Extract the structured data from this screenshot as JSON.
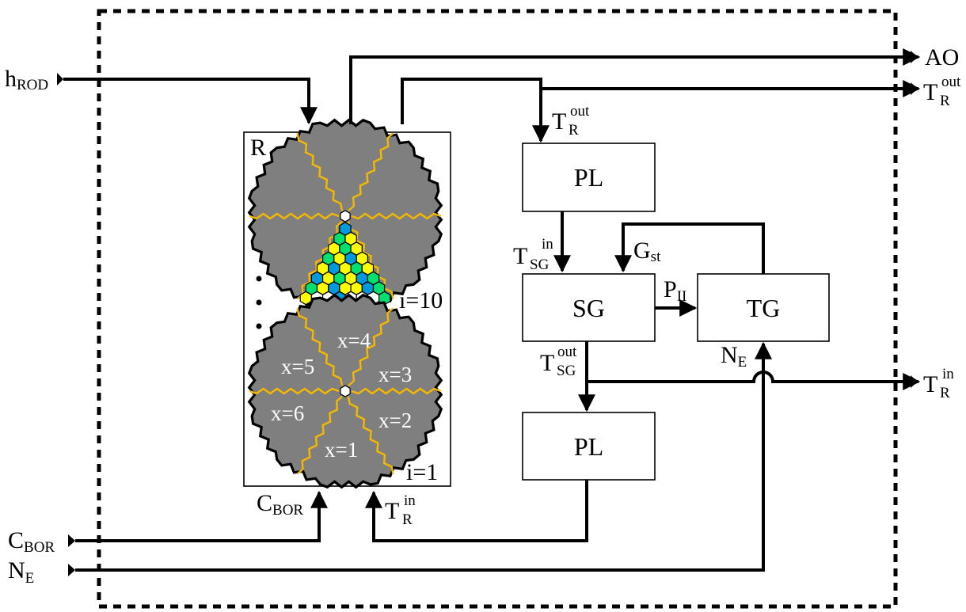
{
  "inputs": {
    "rod": {
      "main": "h",
      "sub": "ROD"
    },
    "boron": {
      "main": "C",
      "sub": "BOR"
    },
    "power": {
      "main": "N",
      "sub": "E"
    }
  },
  "outputs": {
    "ao": "AO",
    "t_r_out": {
      "main": "T",
      "sub": "R",
      "sup": "out"
    },
    "t_r_in": {
      "main": "T",
      "sub": "R",
      "sup": "in"
    }
  },
  "reactor": {
    "label": "R",
    "layer_top": "i=10",
    "layer_bottom": "i=1",
    "dots": "•",
    "sectors": [
      "x=1",
      "x=2",
      "x=3",
      "x=4",
      "x=5",
      "x=6"
    ],
    "c_bor": {
      "main": "C",
      "sub": "BOR"
    },
    "t_r_in": {
      "main": "T",
      "sub": "R",
      "sup": "in"
    }
  },
  "blocks": {
    "pl_hot": "PL",
    "sg": "SG",
    "tg": "TG",
    "pl_cold": "PL"
  },
  "signals": {
    "t_r_out": {
      "main": "T",
      "sub": "R",
      "sup": "out"
    },
    "t_sg_in": {
      "main": "T",
      "sub": "SG",
      "sup": "in"
    },
    "t_sg_out": {
      "main": "T",
      "sub": "SG",
      "sup": "out"
    },
    "g_st": {
      "main": "G",
      "sub": "st"
    },
    "p_ii": {
      "main": "P",
      "sub": "II"
    },
    "n_e": {
      "main": "N",
      "sub": "E"
    }
  },
  "colors": {
    "core_fill": "#7f7f7f",
    "sector_line": "#f5b800",
    "fuel_yellow": "#ffff00",
    "fuel_green": "#00e070",
    "fuel_blue": "#0099dd",
    "fuel_white": "#ffffff"
  }
}
